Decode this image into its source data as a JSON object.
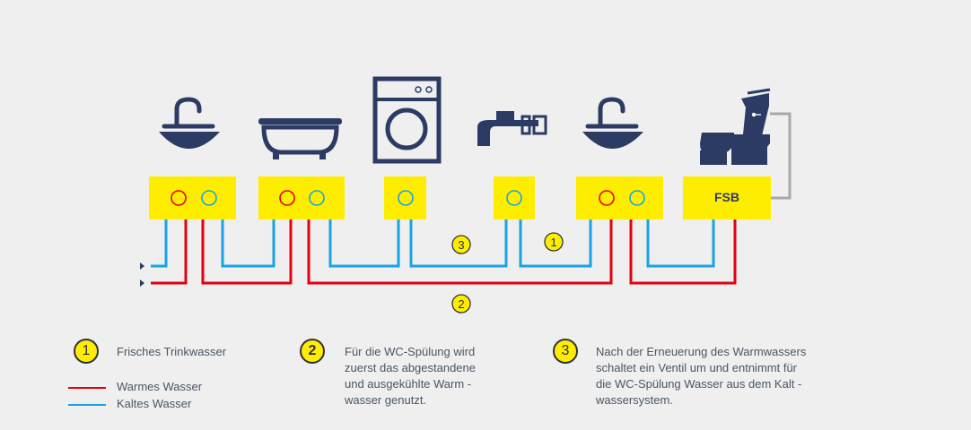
{
  "colors": {
    "warm": "#e3000f",
    "cold": "#1aa3e0",
    "box": "#ffed00",
    "fixture": "#2b3b63",
    "gray_pipe": "#a8a8a8",
    "text": "#4a5563",
    "background": "#efefef"
  },
  "fixtures": [
    {
      "name": "washbasin-left-icon"
    },
    {
      "name": "bathtub-icon"
    },
    {
      "name": "washing-machine-icon"
    },
    {
      "name": "tap-icon"
    },
    {
      "name": "washbasin-right-icon"
    },
    {
      "name": "toilet-icon"
    }
  ],
  "fsb_label": "FSB",
  "diagram_badges": {
    "one": "1",
    "two": "2",
    "three": "3"
  },
  "legend": {
    "item1_number": "1",
    "item1_text": "Frisches Trinkwasser",
    "warm_label": "Warmes Wasser",
    "cold_label": "Kaltes Wasser",
    "item2_number": "2",
    "item2_lines": [
      "Für die WC-Spülung wird",
      "zuerst das abgestandene",
      "und ausgekühlte Warm   -",
      "wasser genutzt."
    ],
    "item3_number": "3",
    "item3_lines": [
      "Nach der Erneuerung des Warmwassers",
      "schaltet ein Ventil um und entnimmt für",
      "die WC-Spülung Wasser aus dem Kalt      -",
      "wassersystem."
    ]
  }
}
